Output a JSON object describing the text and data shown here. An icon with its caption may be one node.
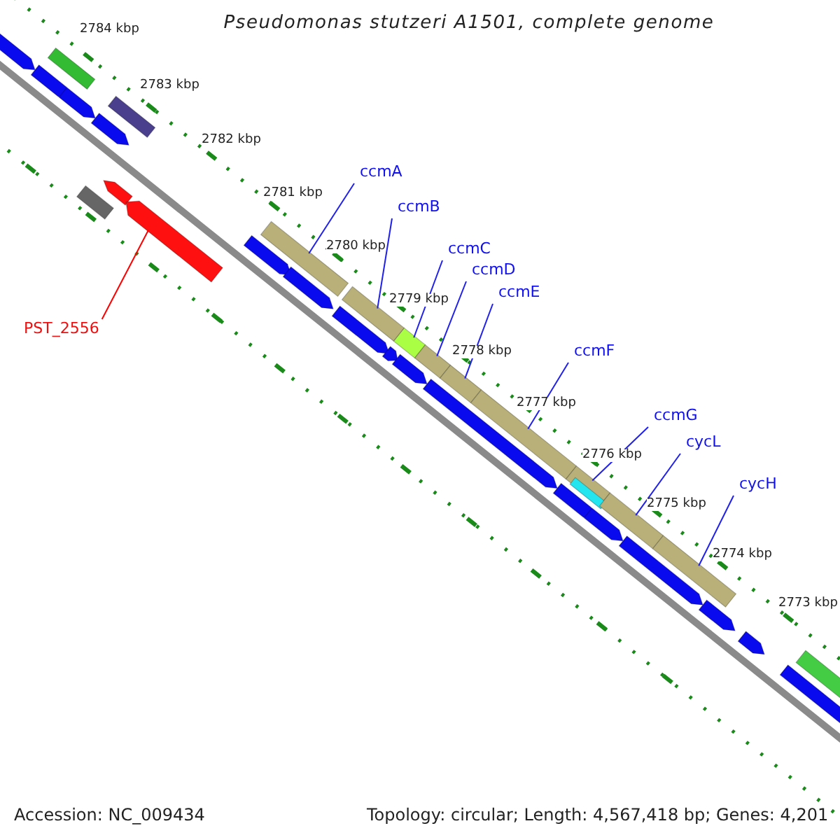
{
  "diagram": {
    "title": "Pseudomonas stutzeri A1501, complete genome",
    "nodes": [
      {
        "text": [
          "ccmA"
        ]
      },
      {
        "text": [
          "ccmB"
        ]
      },
      {
        "text": [
          "ccmC"
        ]
      },
      {
        "text": [
          "ccmD"
        ]
      },
      {
        "text": [
          "ccmE"
        ]
      },
      {
        "text": [
          "ccmF"
        ]
      },
      {
        "text": [
          "ccmG"
        ]
      },
      {
        "text": [
          "cycL"
        ]
      },
      {
        "text": [
          "cycH"
        ]
      },
      {
        "text": [
          "PST_2556"
        ]
      },
      {
        "text": [],
        "shape": "bar"
      },
      {
        "text": [],
        "shape": "bar"
      },
      {
        "text": [],
        "shape": "bar"
      },
      {
        "text": [],
        "shape": "bar"
      },
      {
        "text": [],
        "shape": "bar"
      },
      {
        "text": [],
        "shape": "bar"
      },
      {
        "text": [],
        "shape": "bar"
      },
      {
        "text": [],
        "shape": "bar"
      },
      {
        "text": [],
        "shape": "bar"
      },
      {
        "text": [],
        "shape": "bar"
      }
    ],
    "edges": [
      {
        "from": 0,
        "to": 11,
        "arrow": "none"
      },
      {
        "from": 1,
        "to": 12,
        "arrow": "none"
      },
      {
        "from": 2,
        "to": 13,
        "arrow": "none"
      },
      {
        "from": 3,
        "to": 14,
        "arrow": "none"
      },
      {
        "from": 4,
        "to": 15,
        "arrow": "none"
      },
      {
        "from": 5,
        "to": 16,
        "arrow": "none"
      },
      {
        "from": 6,
        "to": 17,
        "arrow": "none"
      },
      {
        "from": 7,
        "to": 18,
        "arrow": "none"
      },
      {
        "from": 8,
        "to": 19,
        "arrow": "none"
      },
      {
        "from": 9,
        "to": 10,
        "arrow": "none",
        "color": "#ff0000"
      }
    ],
    "labels": [
      "2784 kbp",
      "2783 kbp",
      "2782 kbp",
      "2781 kbp",
      "2780 kbp",
      "2779 kbp",
      "2778 kbp",
      "2777 kbp",
      "2776 kbp",
      "2775 kbp",
      "2774 kbp",
      "2773 kbp",
      "Accession: NC_009434",
      "Topology: circular; Length: 4,567,418 bp; Genes: 4,201"
    ]
  }
}
